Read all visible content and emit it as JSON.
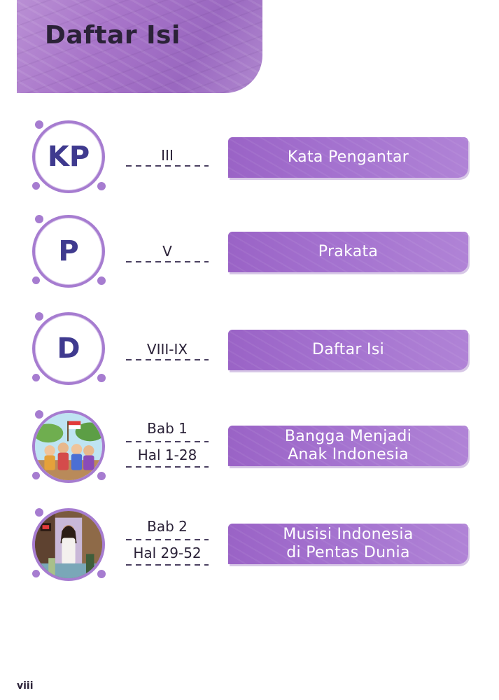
{
  "header": {
    "title": "Daftar Isi"
  },
  "entries": [
    {
      "badge": "KP",
      "page": "III",
      "chapter": "",
      "pages": "",
      "label_line1": "Kata Pengantar",
      "label_line2": ""
    },
    {
      "badge": "P",
      "page": "V",
      "chapter": "",
      "pages": "",
      "label_line1": "Prakata",
      "label_line2": ""
    },
    {
      "badge": "D",
      "page": "VIII-IX",
      "chapter": "",
      "pages": "",
      "label_line1": "Daftar Isi",
      "label_line2": ""
    },
    {
      "badge": "",
      "page": "",
      "chapter": "Bab 1",
      "pages": "Hal 1-28",
      "label_line1": "Bangga Menjadi",
      "label_line2": "Anak Indonesia"
    },
    {
      "badge": "",
      "page": "",
      "chapter": "Bab 2",
      "pages": "Hal 29-52",
      "label_line1": "Musisi Indonesia",
      "label_line2": "di Pentas Dunia"
    }
  ],
  "footer": {
    "page_number": "viii"
  },
  "colors": {
    "accent": "#a67cd0",
    "pill": "#9a63c6",
    "badge_text": "#3f3a8f"
  }
}
